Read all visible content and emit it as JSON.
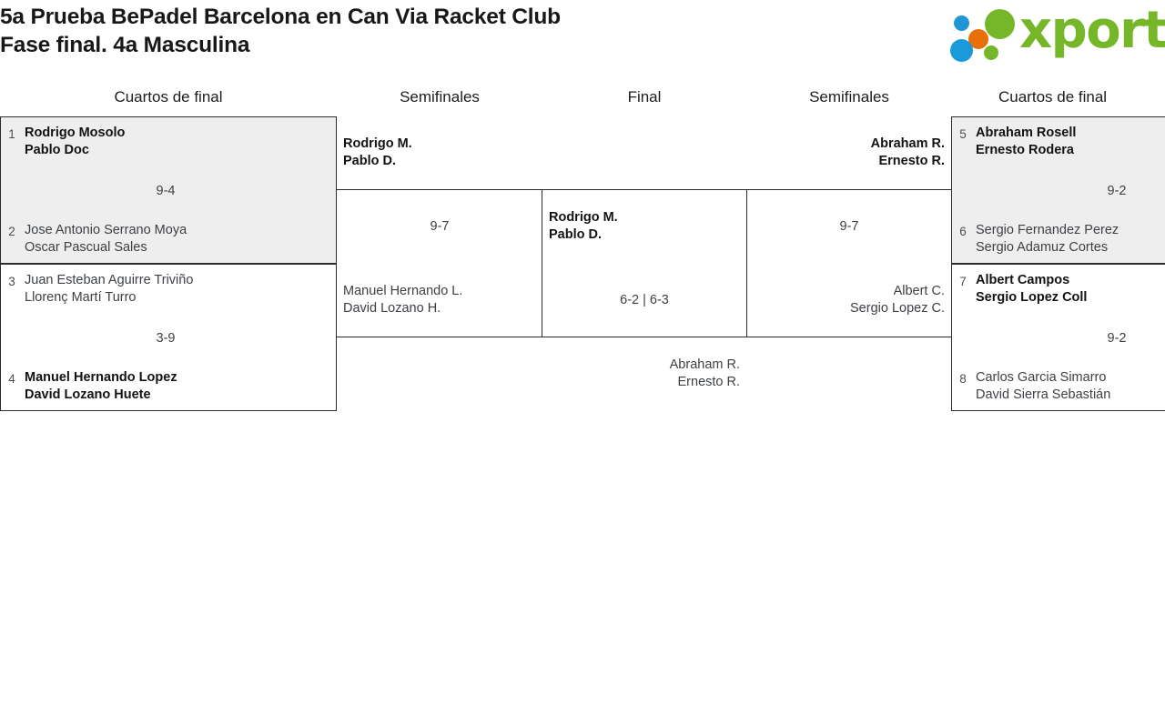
{
  "header": {
    "title": "5a Prueba BePadel Barcelona en Can Via Racket Club\nFase final. 4a Masculina",
    "logo": {
      "wordmark": "xporty",
      "dots": [
        {
          "name": "logo-dot-blue-small",
          "color": "#2196d6"
        },
        {
          "name": "logo-dot-orange",
          "color": "#e8700a"
        },
        {
          "name": "logo-dot-green-large",
          "color": "#76b729"
        },
        {
          "name": "logo-dot-blue-large",
          "color": "#1a9ad9"
        },
        {
          "name": "logo-dot-green-small",
          "color": "#76b729"
        }
      ],
      "green": "#76b729",
      "blue": "#1a9ad9",
      "orange": "#e8700a"
    }
  },
  "rounds": [
    {
      "id": "qf-left",
      "label": "Cuartos de final"
    },
    {
      "id": "sf-left",
      "label": "Semifinales"
    },
    {
      "id": "final",
      "label": "Final"
    },
    {
      "id": "sf-right",
      "label": "Semifinales"
    },
    {
      "id": "qf-right",
      "label": "Cuartos de final"
    }
  ],
  "matches": {
    "qf1": {
      "score": "9-4",
      "top": {
        "seed": "1",
        "names": "Rodrigo Mosolo\nPablo Doc",
        "winner": true
      },
      "bottom": {
        "seed": "2",
        "names": "Jose Antonio Serrano Moya\nOscar Pascual Sales",
        "winner": false
      }
    },
    "qf2": {
      "score": "3-9",
      "top": {
        "seed": "3",
        "names": "Juan Esteban Aguirre Triviño\nLlorenç Martí Turro",
        "winner": false
      },
      "bottom": {
        "seed": "4",
        "names": "Manuel Hernando Lopez\nDavid Lozano Huete",
        "winner": true
      }
    },
    "qf3": {
      "score": "9-2",
      "top": {
        "seed": "5",
        "names": "Abraham Rosell\nErnesto Rodera",
        "winner": true
      },
      "bottom": {
        "seed": "6",
        "names": "Sergio Fernandez Perez\nSergio Adamuz Cortes",
        "winner": false
      }
    },
    "qf4": {
      "score": "9-2",
      "top": {
        "seed": "7",
        "names": "Albert Campos\nSergio Lopez Coll",
        "winner": true
      },
      "bottom": {
        "seed": "8",
        "names": "Carlos Garcia Simarro\nDavid Sierra Sebastián",
        "winner": false
      }
    },
    "sf1": {
      "score": "9-7",
      "top": {
        "names": "Rodrigo M.\nPablo D.",
        "winner": true
      },
      "bottom": {
        "names": "Manuel Hernando L.\nDavid Lozano H.",
        "winner": false
      }
    },
    "sf2": {
      "score": "9-7",
      "top": {
        "names": "Abraham R.\nErnesto R.",
        "winner": true
      },
      "bottom": {
        "names": "Albert C.\nSergio Lopez C.",
        "winner": false
      }
    },
    "final": {
      "score": "6-2 | 6-3",
      "top": {
        "names": "Rodrigo M.\nPablo D.",
        "winner": true
      },
      "bottom": {
        "names": "Abraham R.\nErnesto R.",
        "winner": false
      }
    }
  }
}
